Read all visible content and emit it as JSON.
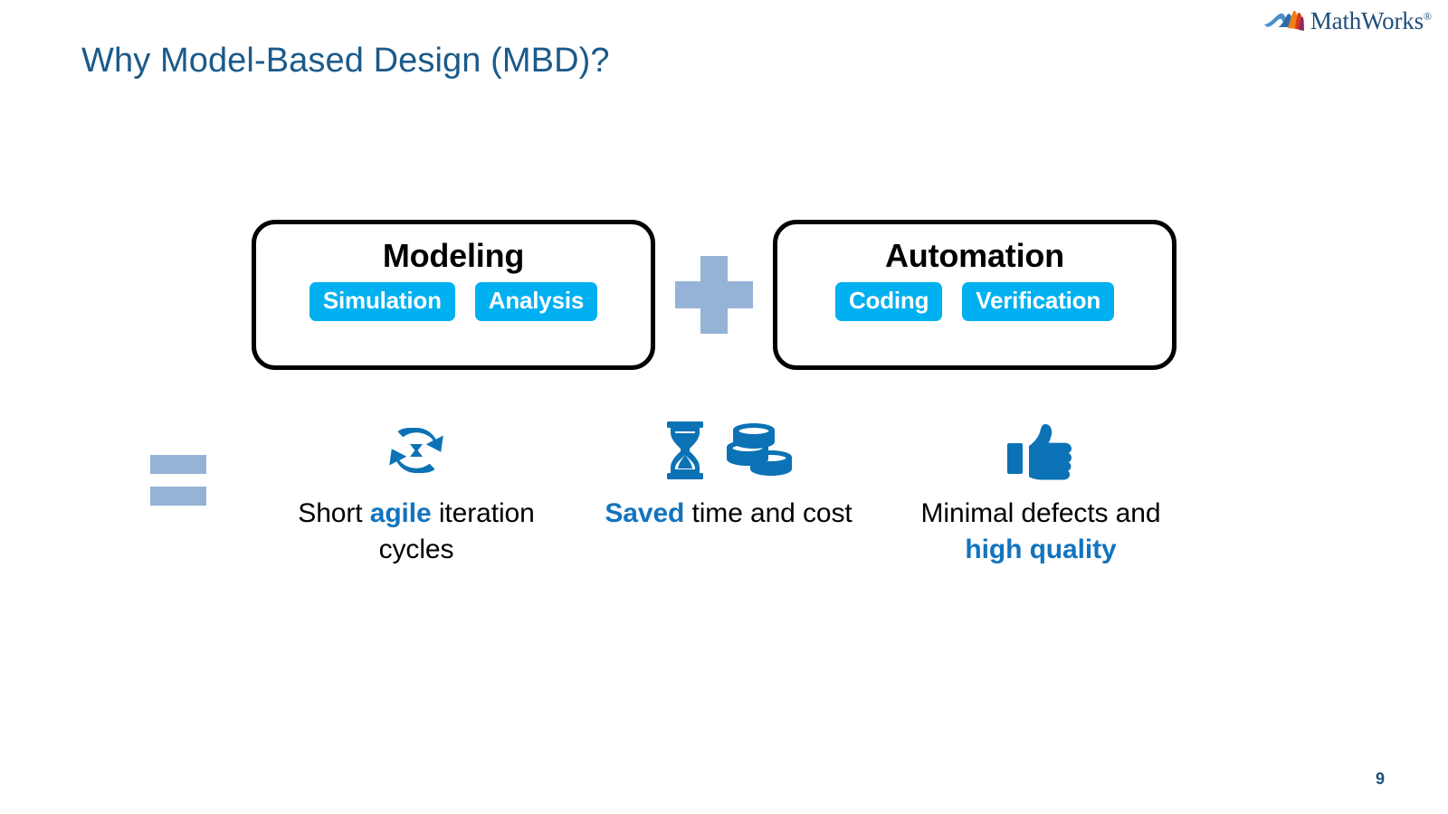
{
  "brand": {
    "logo_text": "MathWorks",
    "logo_tm": "®",
    "accent_cyan": "#00b0f0",
    "accent_blue": "#1274bf",
    "muted_blue": "#95b3d7",
    "title_blue": "#1b5a8a"
  },
  "title": "Why Model-Based Design (MBD)?",
  "concept": {
    "operator_plus": "+",
    "boxes": [
      {
        "title": "Modeling",
        "pills": [
          "Simulation",
          "Analysis"
        ]
      },
      {
        "title": "Automation",
        "pills": [
          "Coding",
          "Verification"
        ]
      }
    ]
  },
  "result": {
    "operator_equals": "=",
    "benefits": [
      {
        "icons": [
          "sync-arrows-icon"
        ],
        "caption_parts": [
          {
            "text": "Short ",
            "bold": false
          },
          {
            "text": "agile",
            "bold": true
          },
          {
            "text": " iteration cycles",
            "bold": false
          }
        ],
        "caption_plain": "Short agile iteration cycles"
      },
      {
        "icons": [
          "hourglass-icon",
          "coins-icon"
        ],
        "caption_parts": [
          {
            "text": "Saved",
            "bold": true
          },
          {
            "text": " time and cost",
            "bold": false
          }
        ],
        "caption_plain": "Saved time and cost"
      },
      {
        "icons": [
          "thumbs-up-icon"
        ],
        "caption_parts": [
          {
            "text": "Minimal defects and ",
            "bold": false
          },
          {
            "text": "high quality",
            "bold": true
          }
        ],
        "caption_plain": "Minimal defects and high quality"
      }
    ]
  },
  "page_number": "9"
}
